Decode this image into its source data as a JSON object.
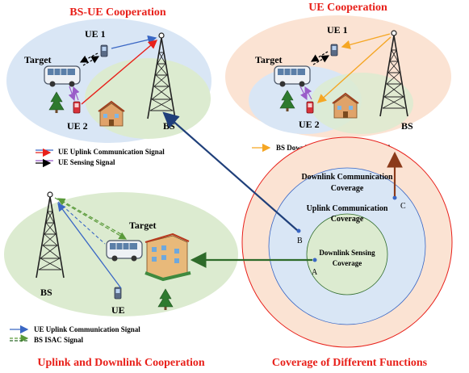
{
  "titles": {
    "bs_ue": "BS-UE Cooperation",
    "ue": "UE Cooperation",
    "uplink_downlink": "Uplink and Downlink Cooperation",
    "coverage": "Coverage of Different Functions"
  },
  "panel_bs_ue": {
    "target": "Target",
    "ue1": "UE 1",
    "ue2": "UE 2",
    "bs": "BS",
    "legend": [
      "UE Uplink Communication Signal",
      "UE Sensing Signal"
    ]
  },
  "panel_ue": {
    "target": "Target",
    "ue1": "UE 1",
    "ue2": "UE 2",
    "bs": "BS",
    "legend": [
      "BS Downlink Communication Signal"
    ]
  },
  "panel_ul_dl": {
    "target": "Target",
    "ue": "UE",
    "bs": "BS",
    "legend": [
      "UE Uplink Communication Signal",
      "BS ISAC Signal"
    ]
  },
  "coverage": {
    "outer_l1": "Downlink Communication",
    "outer_l2": "Coverage",
    "mid_l1": "Uplink Communication",
    "mid_l2": "Coverage",
    "inner_l1": "Downlink Sensing",
    "inner_l2": "Coverage",
    "point_a": "A",
    "point_b": "B",
    "point_c": "C"
  },
  "colors": {
    "red_title": "#e8201a",
    "blue_ellipse": "#d9e6f5",
    "green_ellipse": "#dcebd0",
    "peach_ellipse": "#fbe3d3",
    "navy_arrow": "#1f3f7a",
    "green_arrow": "#2e6b2a",
    "orange_arrow": "#f5a623",
    "brown_arrow": "#8b3a1a",
    "uplink_blue": "#3a67c4",
    "red_uplink": "#e8201a"
  }
}
